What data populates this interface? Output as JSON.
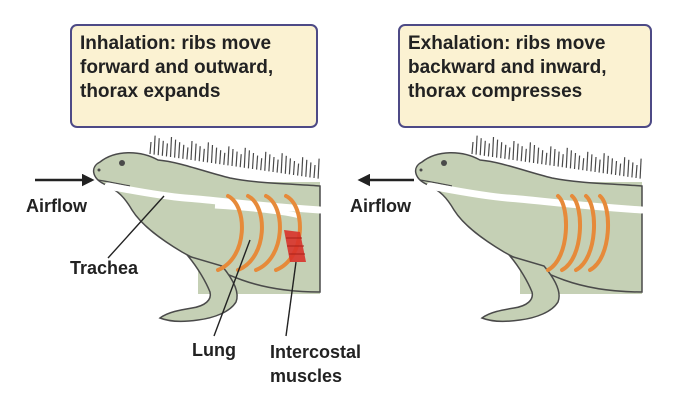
{
  "colors": {
    "callout_fill": "#fbf2d2",
    "callout_border": "#4d4a86",
    "iguana_body": "#c5d0b5",
    "body_outline": "#4a4a4a",
    "ribs": "#e68a3a",
    "intercostal_muscles": "#d8322a",
    "airway": "#ffffff"
  },
  "panels": [
    {
      "id": "inhalation",
      "callout_lines": [
        "Inhalation: ribs move",
        "forward and outward,",
        "thorax expands"
      ],
      "airflow_label": "Airflow",
      "airflow_direction": "into mouth",
      "trachea_label": "Trachea",
      "lung_label": "Lung",
      "intercostal_label_lines": [
        "Intercostal",
        "muscles"
      ]
    },
    {
      "id": "exhalation",
      "callout_lines": [
        "Exhalation: ribs move",
        "backward and inward,",
        "thorax compresses"
      ],
      "airflow_label": "Airflow",
      "airflow_direction": "out of mouth"
    }
  ]
}
